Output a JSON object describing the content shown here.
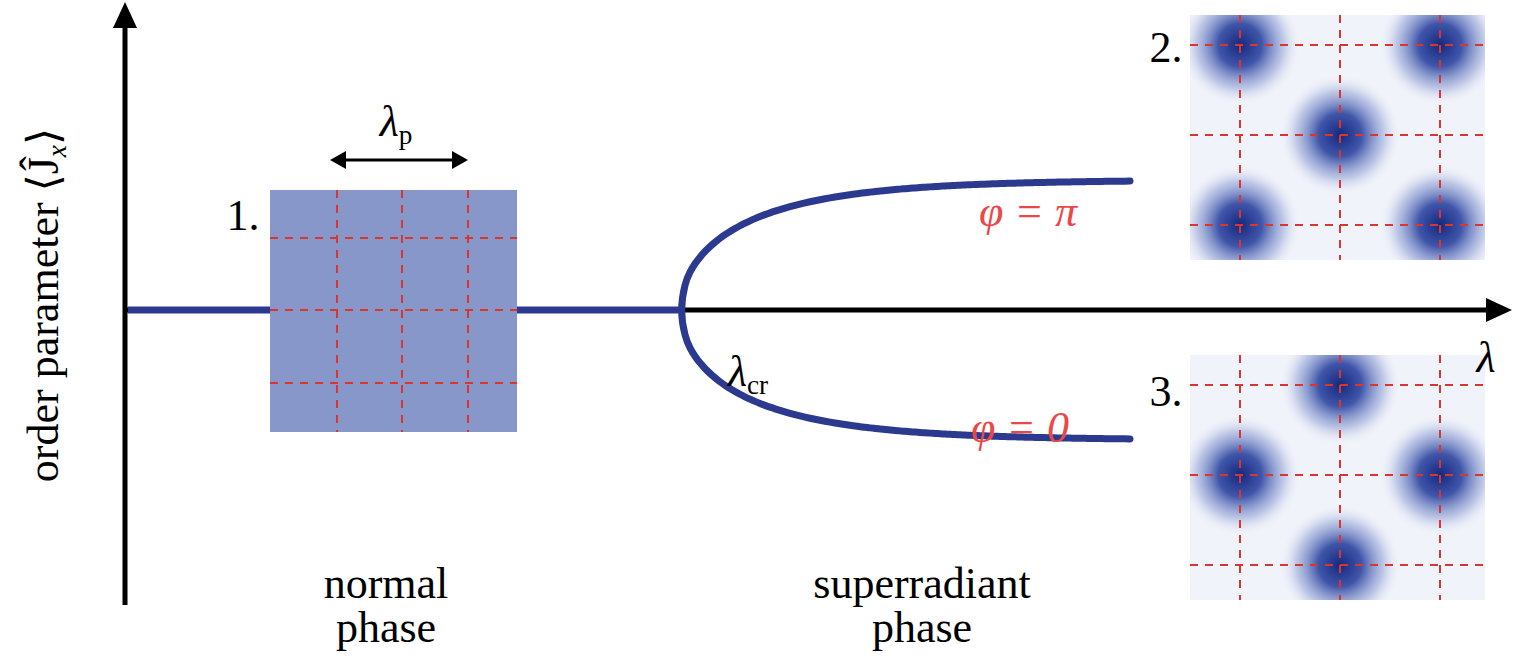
{
  "diagram": {
    "labels": [
      "order parameter ⟨Ĵ",
      "x",
      "⟩",
      "1.",
      "λ",
      "p",
      "normal phase",
      "λ",
      "cr",
      "superradiant phase",
      "φ = π",
      "φ = 0",
      "2.",
      "3.",
      "λ"
    ]
  }
}
